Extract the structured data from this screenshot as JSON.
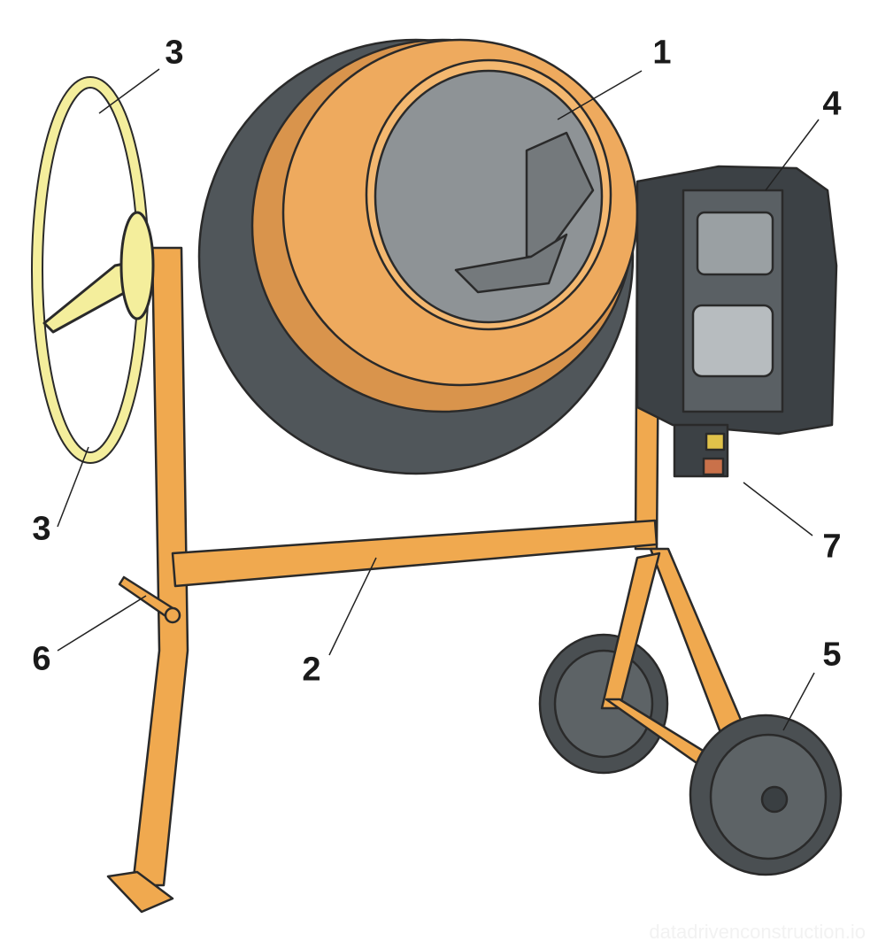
{
  "callouts": [
    {
      "id": "1",
      "label": "1",
      "part": "drum"
    },
    {
      "id": "2",
      "label": "2",
      "part": "frame-crossbar"
    },
    {
      "id": "3a",
      "label": "3",
      "part": "handwheel"
    },
    {
      "id": "3b",
      "label": "3",
      "part": "handwheel"
    },
    {
      "id": "4",
      "label": "4",
      "part": "motor-housing"
    },
    {
      "id": "5",
      "label": "5",
      "part": "wheel"
    },
    {
      "id": "6",
      "label": "6",
      "part": "tilt-lock-lever"
    },
    {
      "id": "7",
      "label": "7",
      "part": "switch"
    }
  ],
  "watermark": "datadrivenconstruction.io",
  "colors": {
    "frame": "#f0a94f",
    "drum_orange": "#eeaa5e",
    "drum_dark": "#50565a",
    "handwheel": "#f4ee9c",
    "motor": "#3c4145",
    "interior": "#8e9396"
  }
}
